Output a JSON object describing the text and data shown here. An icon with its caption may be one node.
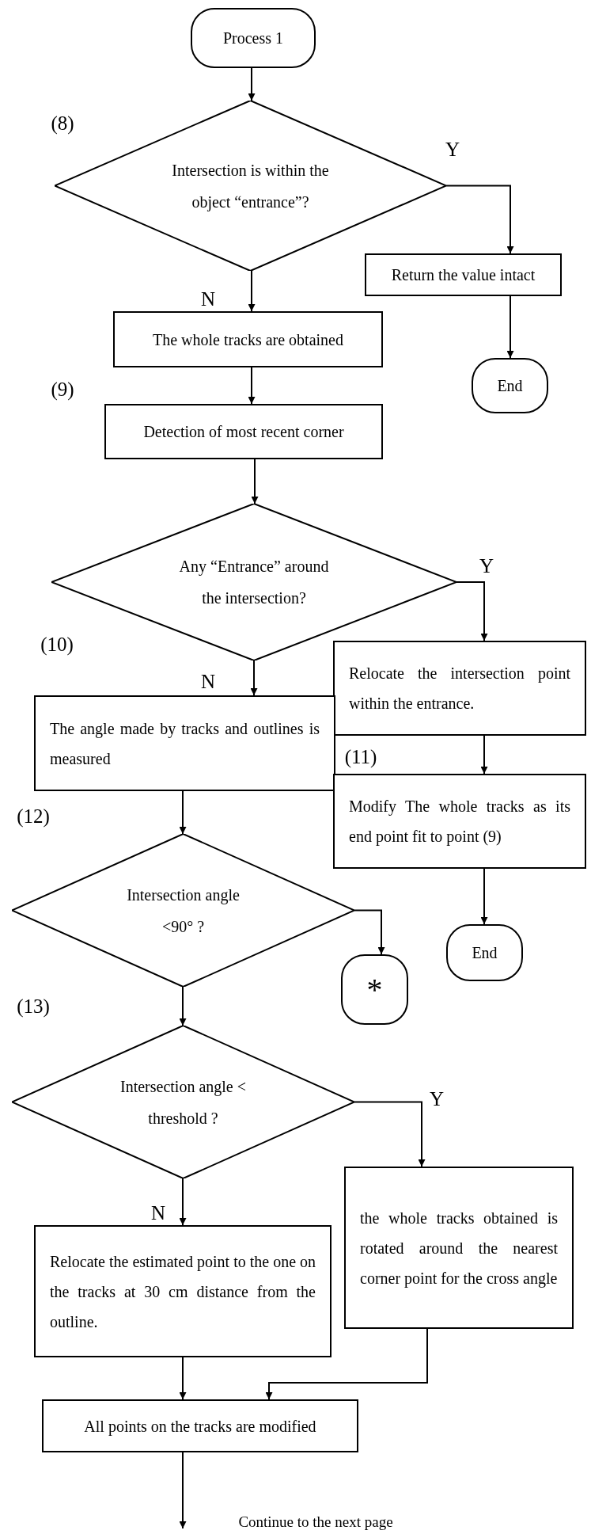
{
  "diagram": {
    "nodes": [
      {
        "text": [
          "Process 1"
        ]
      },
      {
        "text": [
          "Intersection is within the object “entrance”?"
        ]
      },
      {
        "text": [
          "Return the value intact"
        ]
      },
      {
        "text": [
          "End"
        ]
      },
      {
        "text": [
          "The whole tracks are obtained"
        ]
      },
      {
        "text": [
          "Detection of most recent corner"
        ]
      },
      {
        "text": [
          "Any “Entrance” around the intersection?"
        ]
      },
      {
        "text": [
          "Relocate the intersection point within the entrance."
        ]
      },
      {
        "text": [
          "The angle made by tracks and outlines is measured"
        ]
      },
      {
        "text": [
          "Modify The whole tracks as its end point fit to point (9)"
        ]
      },
      {
        "text": [
          "End"
        ]
      },
      {
        "text": [
          "Intersection angle <90° ?"
        ]
      },
      {
        "text": [
          "*"
        ]
      },
      {
        "text": [
          "Intersection angle < threshold ?"
        ]
      },
      {
        "text": [
          "the whole tracks obtained is rotated around the nearest corner point for the cross angle"
        ]
      },
      {
        "text": [
          "Relocate the estimated point to the one on the tracks at 30 cm distance from the outline."
        ]
      },
      {
        "text": [
          "All points on the tracks are modified"
        ]
      }
    ],
    "edges": [
      {
        "from": 0,
        "to": 1,
        "arrow": "to"
      },
      {
        "from": 1,
        "to": 2,
        "arrow": "to",
        "label": "Y"
      },
      {
        "from": 2,
        "to": 3,
        "arrow": "to"
      },
      {
        "from": 1,
        "to": 4,
        "arrow": "to",
        "label": "N"
      },
      {
        "from": 4,
        "to": 5,
        "arrow": "to"
      },
      {
        "from": 5,
        "to": 6,
        "arrow": "to"
      },
      {
        "from": 6,
        "to": 7,
        "arrow": "to",
        "label": "Y"
      },
      {
        "from": 6,
        "to": 8,
        "arrow": "to",
        "label": "N"
      },
      {
        "from": 7,
        "to": 9,
        "arrow": "to"
      },
      {
        "from": 9,
        "to": 10,
        "arrow": "to"
      },
      {
        "from": 8,
        "to": 11,
        "arrow": "to"
      },
      {
        "from": 11,
        "to": 12,
        "arrow": "to"
      },
      {
        "from": 11,
        "to": 13,
        "arrow": "to"
      },
      {
        "from": 13,
        "to": 14,
        "arrow": "to",
        "label": "Y"
      },
      {
        "from": 13,
        "to": 15,
        "arrow": "to",
        "label": "N"
      },
      {
        "from": 14,
        "to": 16,
        "arrow": "to"
      },
      {
        "from": 15,
        "to": 16,
        "arrow": "to"
      },
      {
        "from": 16,
        "to": null,
        "arrow": "to"
      }
    ],
    "labels": [
      "(8)",
      "(9)",
      "(10)",
      "(11)",
      "(12)",
      "(13)",
      "Continue to the next page"
    ]
  }
}
